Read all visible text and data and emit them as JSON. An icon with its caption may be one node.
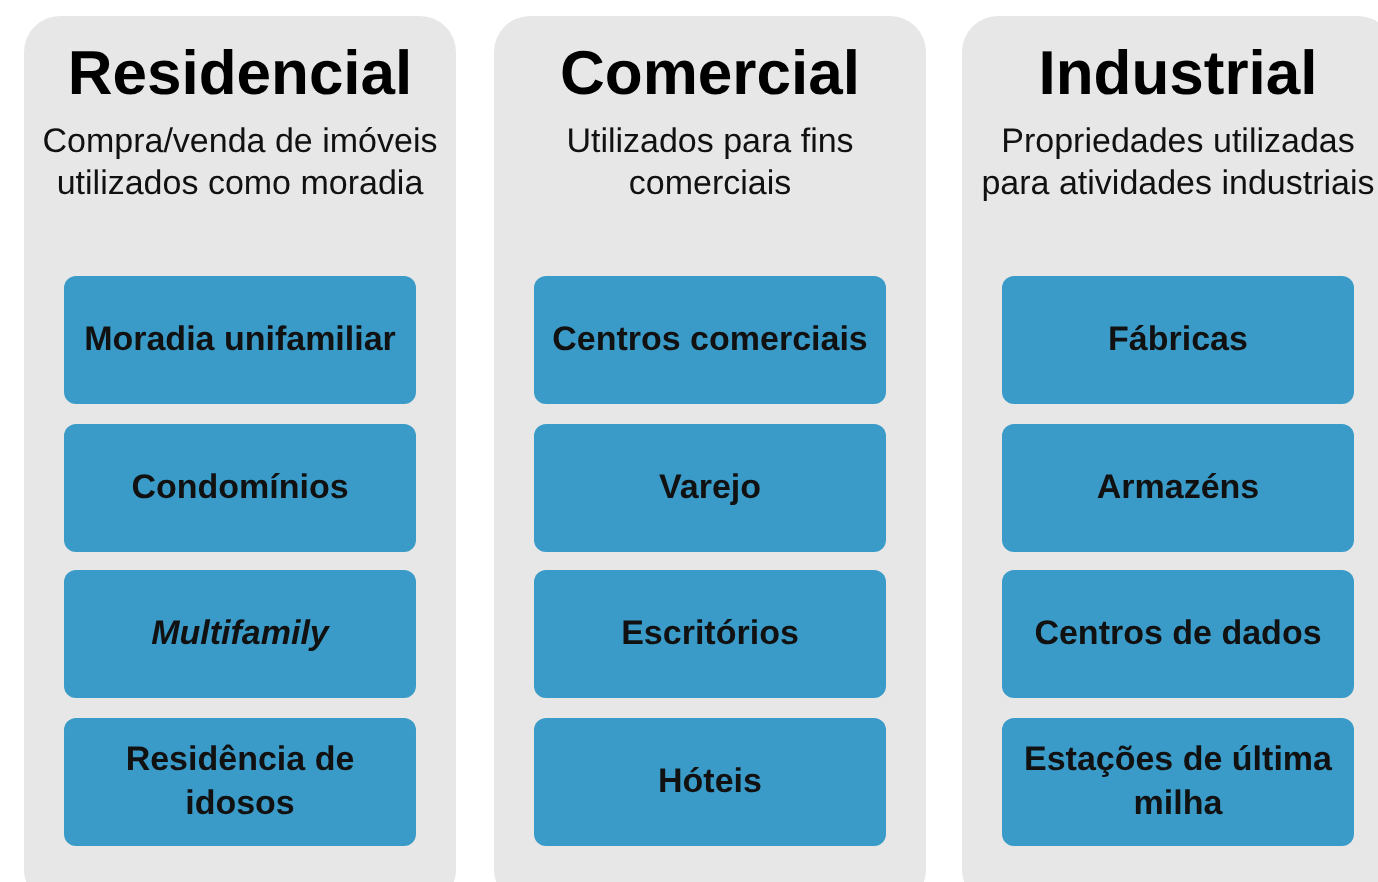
{
  "diagram": {
    "nodes": [
      {
        "text": [
          "Residencial",
          "Compra/venda de imóveis utilizados como moradia"
        ]
      },
      {
        "text": [
          "Moradia unifamiliar"
        ],
        "in": 0
      },
      {
        "text": [
          "Condomínios"
        ],
        "in": 0
      },
      {
        "text": [
          "Multifamily"
        ],
        "in": 0
      },
      {
        "text": [
          "Residência de idosos"
        ],
        "in": 0
      },
      {
        "text": [
          "Comercial",
          "Utilizados para fins comerciais"
        ]
      },
      {
        "text": [
          "Centros comerciais"
        ],
        "in": 5
      },
      {
        "text": [
          "Varejo"
        ],
        "in": 5
      },
      {
        "text": [
          "Escritórios"
        ],
        "in": 5
      },
      {
        "text": [
          "Hóteis"
        ],
        "in": 5
      },
      {
        "text": [
          "Industrial",
          "Propriedades utilizadas para atividades industriais"
        ]
      },
      {
        "text": [
          "Fábricas"
        ],
        "in": 10
      },
      {
        "text": [
          "Armazéns"
        ],
        "in": 10
      },
      {
        "text": [
          "Centros de dados"
        ],
        "in": 10
      },
      {
        "text": [
          "Estações de última milha"
        ],
        "in": 10
      }
    ]
  }
}
